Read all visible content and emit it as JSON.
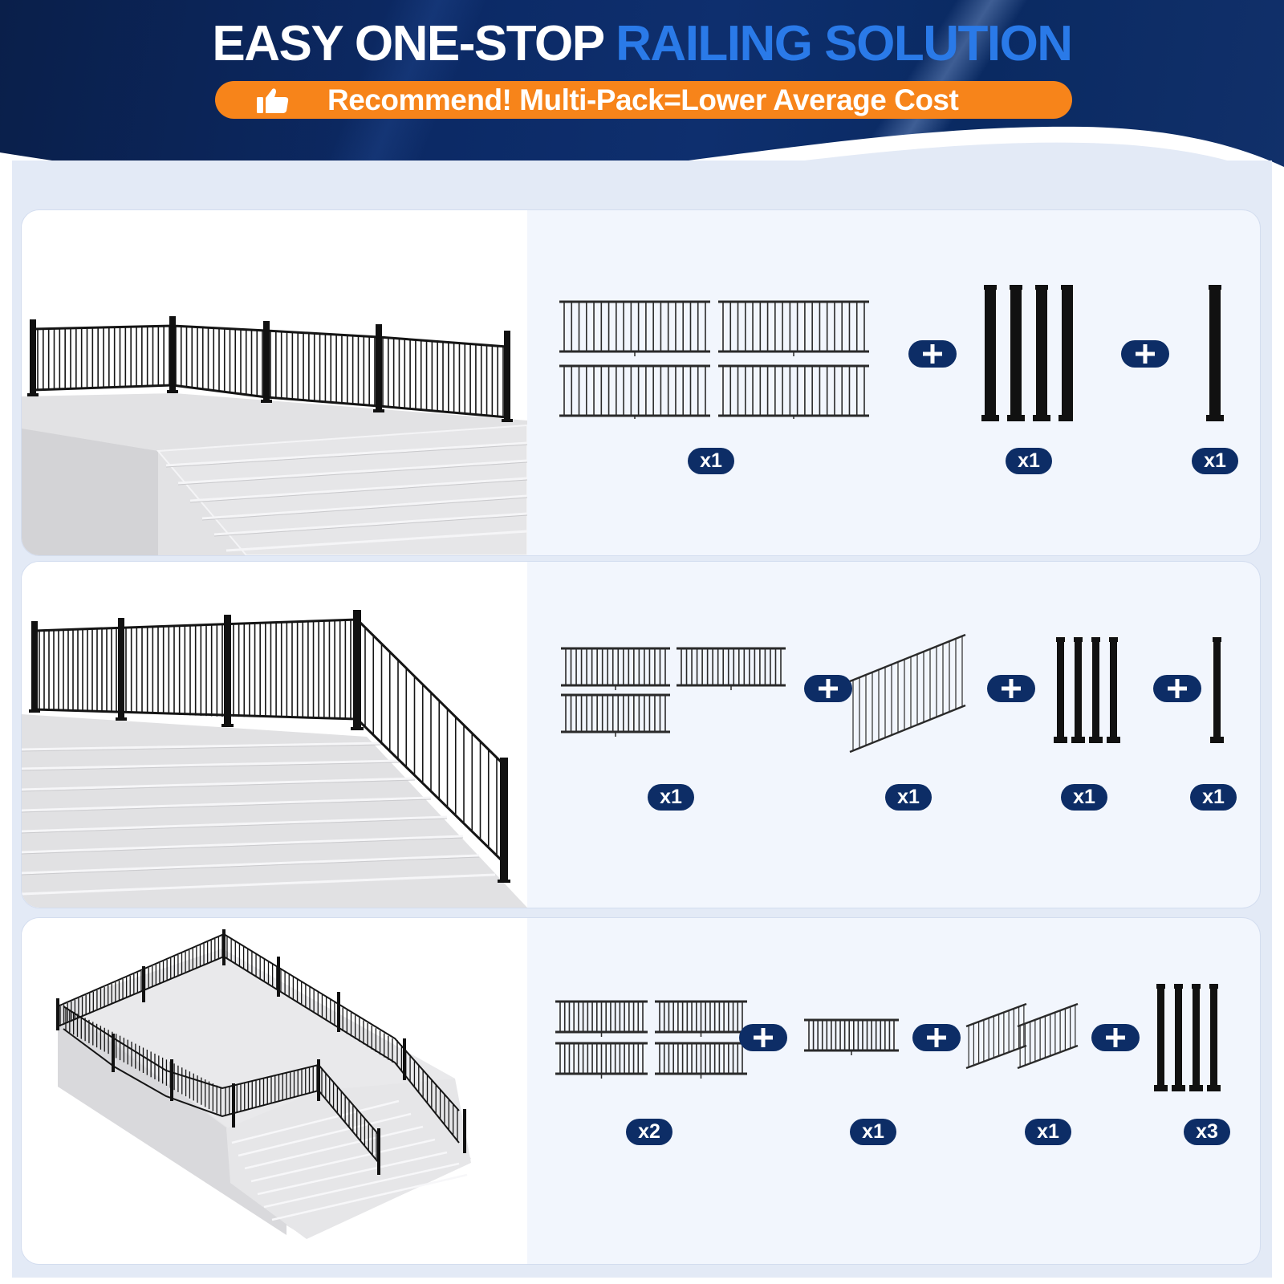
{
  "header": {
    "title_white": "EASY ONE-STOP ",
    "title_blue": "RAILING SOLUTION",
    "banner_text": "Recommend! Multi-Pack=Lower Average Cost",
    "banner_icon": "thumbs-up-icon"
  },
  "colors": {
    "navy": "#0d2d66",
    "accent_blue": "#2a7ae8",
    "orange": "#f7841a",
    "panel_bg": "#e3eaf6",
    "card_bg": "#f2f6fd"
  },
  "configurations": [
    {
      "scene": "straight deck railing with stairs below",
      "parts": [
        {
          "item": "4 flat railing panels",
          "qty": "x1"
        },
        {
          "item": "4 posts",
          "qty": "x1"
        },
        {
          "item": "1 post",
          "qty": "x1"
        }
      ]
    },
    {
      "scene": "deck railing continuing into stair railing",
      "parts": [
        {
          "item": "3 flat railing panels",
          "qty": "x1"
        },
        {
          "item": "1 stair railing panel",
          "qty": "x1"
        },
        {
          "item": "4 posts",
          "qty": "x1"
        },
        {
          "item": "1 post",
          "qty": "x1"
        }
      ]
    },
    {
      "scene": "elevated deck with wraparound railing and two stair runs",
      "parts": [
        {
          "item": "4 flat railing panels",
          "qty": "x2"
        },
        {
          "item": "1 flat railing panel",
          "qty": "x1"
        },
        {
          "item": "2 stair railing panels",
          "qty": "x1"
        },
        {
          "item": "4 posts",
          "qty": "x3"
        }
      ]
    }
  ]
}
